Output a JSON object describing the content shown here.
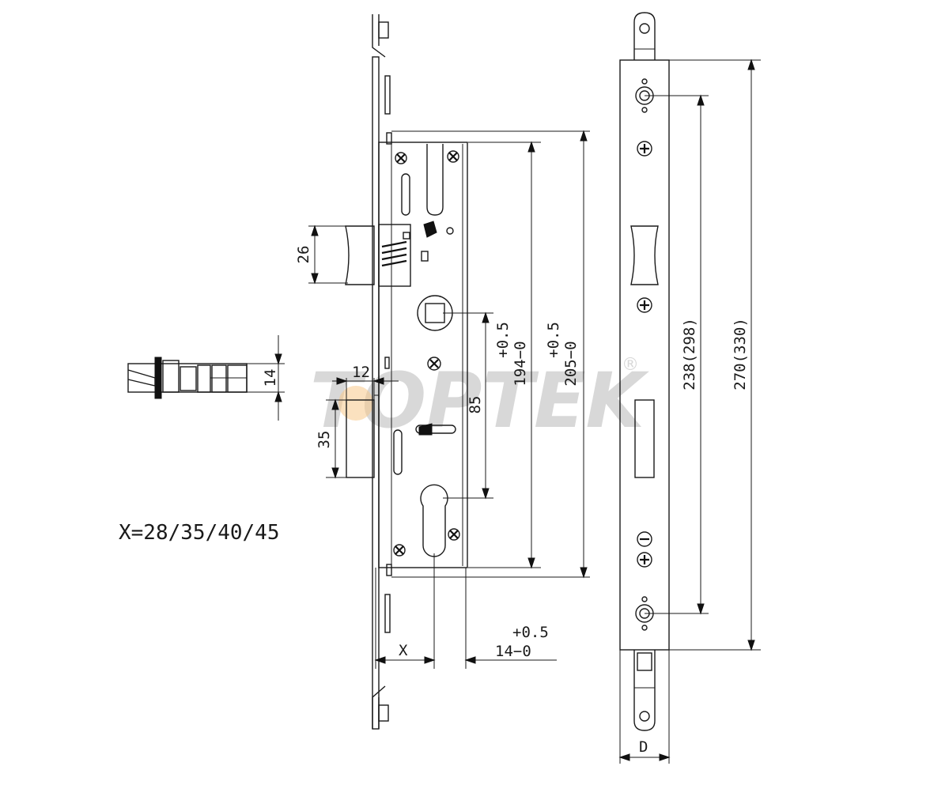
{
  "watermark": {
    "brand": "TOPTEK",
    "registered": "®",
    "accent": "#f5a623"
  },
  "formula": "X=28/35/40/45",
  "dims": {
    "latch_height": "26",
    "bolt_width": "12",
    "bolt_height": "35",
    "backset_85": "85",
    "d194_tol": "+0.5",
    "d194_val": "194−0",
    "d205_tol": "+0.5",
    "d205_val": "205−0",
    "d238": "238(298)",
    "d270": "270(330)",
    "side_14": "14",
    "x_label": "X",
    "d14_tol": "+0.5",
    "d14_val": "14−0",
    "d_label": "D"
  }
}
